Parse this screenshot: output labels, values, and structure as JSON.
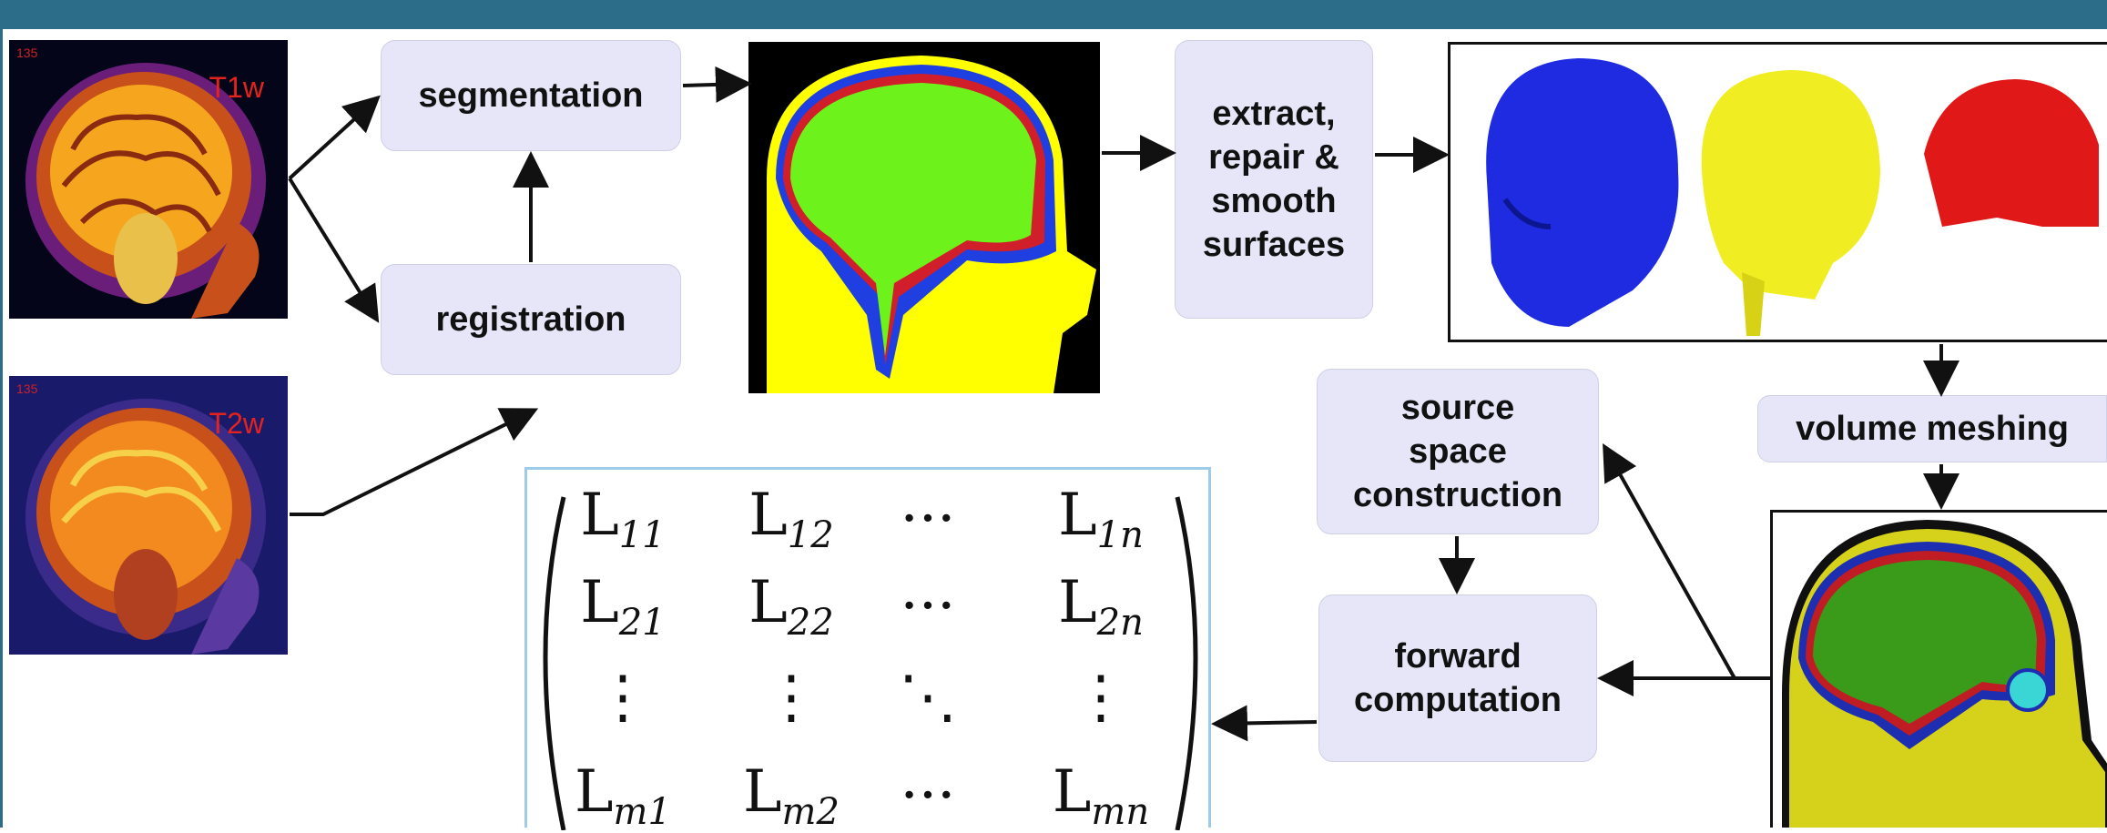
{
  "colors": {
    "header_bar": "#2c6e8a",
    "node_fill": "#e6e6f8",
    "arrow": "#111111",
    "matrix_border": "#9ecbe8",
    "tissue_scalp": "#ffff00",
    "tissue_skull": "#1f3fe0",
    "tissue_csf": "#d01f2a",
    "tissue_brain": "#6ef21c"
  },
  "images": {
    "t1w": {
      "label": "T1w",
      "slice_number": "135"
    },
    "t2w": {
      "label": "T2w",
      "slice_number": "135"
    }
  },
  "nodes": {
    "segmentation": "segmentation",
    "registration": "registration",
    "extract": [
      "extract,",
      "repair &",
      "smooth",
      "surfaces"
    ],
    "volume_meshing": "volume meshing",
    "source_space": [
      "source",
      "space",
      "construction"
    ],
    "forward": [
      "forward",
      "computation"
    ]
  },
  "matrix": {
    "rows": [
      [
        {
          "base": "L",
          "sub": "11"
        },
        {
          "base": "L",
          "sub": "12"
        },
        {
          "base": "···",
          "sub": ""
        },
        {
          "base": "L",
          "sub": "1n"
        }
      ],
      [
        {
          "base": "L",
          "sub": "21"
        },
        {
          "base": "L",
          "sub": "22"
        },
        {
          "base": "···",
          "sub": ""
        },
        {
          "base": "L",
          "sub": "2n"
        }
      ],
      [
        {
          "base": "⋮",
          "sub": ""
        },
        {
          "base": "⋮",
          "sub": ""
        },
        {
          "base": "⋱",
          "sub": ""
        },
        {
          "base": "⋮",
          "sub": ""
        }
      ],
      [
        {
          "base": "L",
          "sub": "m1"
        },
        {
          "base": "L",
          "sub": "m2"
        },
        {
          "base": "···",
          "sub": ""
        },
        {
          "base": "L",
          "sub": "mn"
        }
      ]
    ]
  }
}
